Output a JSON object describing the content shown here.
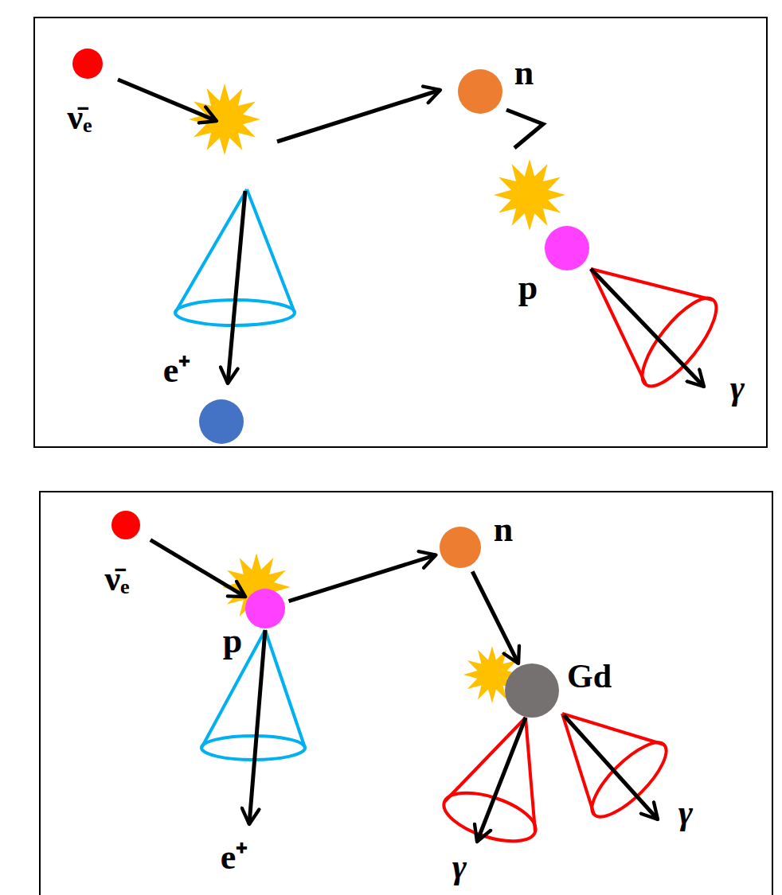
{
  "diagram": {
    "nodes": [
      {
        "text": [
          "ν̄ₑ"
        ]
      },
      {
        "text": [
          "n"
        ]
      },
      {
        "text": [
          "p"
        ]
      },
      {
        "text": [
          "e⁺"
        ]
      },
      {
        "text": [
          "ν̄ₑ"
        ]
      },
      {
        "text": [
          "p"
        ]
      },
      {
        "text": [
          "n"
        ]
      },
      {
        "text": [
          "Gd"
        ]
      }
    ],
    "edges": [
      {
        "from": 4,
        "to": 5,
        "arrow": "to"
      },
      {
        "from": 5,
        "to": 6,
        "arrow": "to"
      },
      {
        "from": 6,
        "to": 7,
        "arrow": "to"
      }
    ],
    "labels": [
      "γ",
      "e⁺",
      "γ",
      "γ"
    ]
  }
}
